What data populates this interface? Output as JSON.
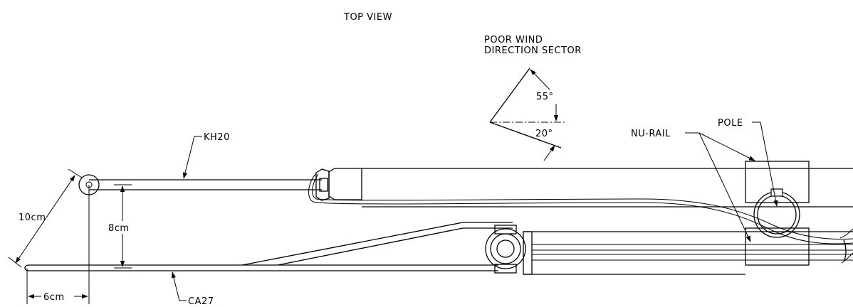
{
  "view_title": "TOP VIEW",
  "sector": {
    "title_line1": "POOR WIND",
    "title_line2": "DIRECTION SECTOR",
    "angle_upper": "55°",
    "angle_lower": "20°"
  },
  "labels": {
    "kh20": "KH20",
    "ca27": "CA27",
    "pole": "POLE",
    "nu_rail": "NU-RAIL"
  },
  "dimensions": {
    "diagonal": "10cm",
    "vertical": "8cm",
    "horizontal": "6cm"
  }
}
